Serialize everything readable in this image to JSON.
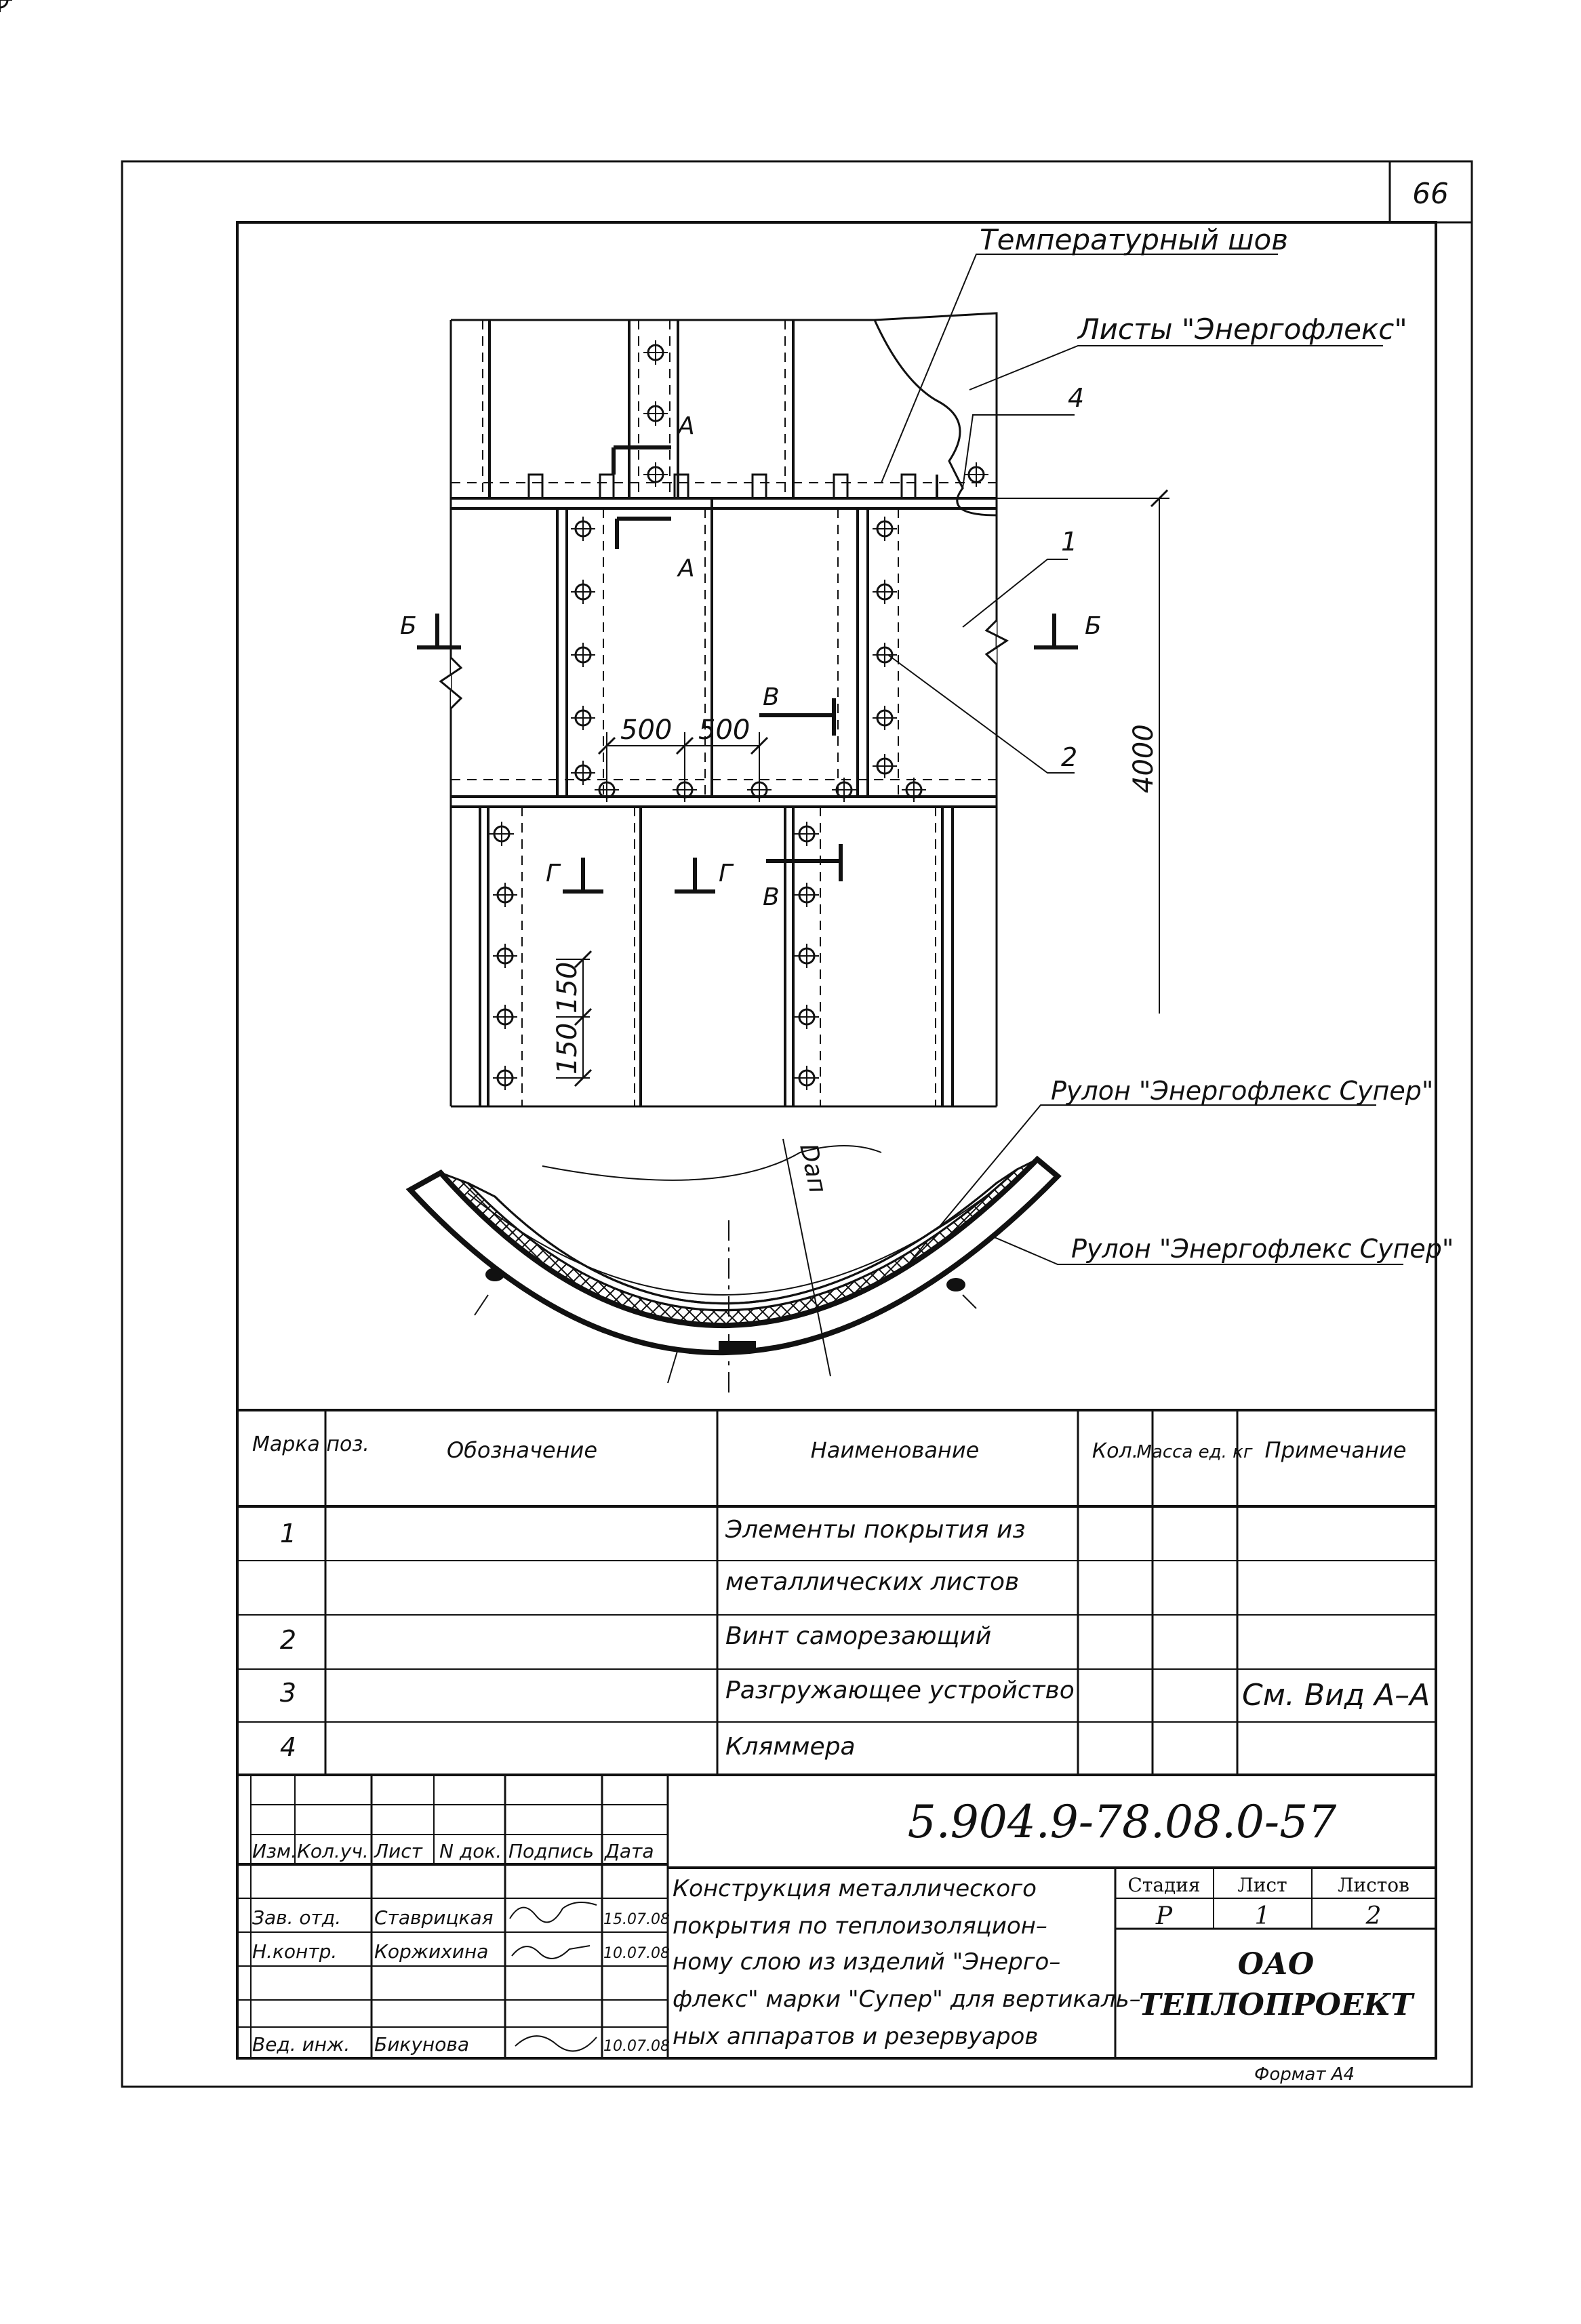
{
  "sheet": {
    "page_number": "66",
    "format": "Формат А4"
  },
  "drawing": {
    "labels": {
      "temp_joint": "Температурный шов",
      "sheets_label": "Листы \"Энергофлекс\"",
      "roll1": "Рулон \"Энергофлекс Супер\"",
      "roll2": "Рулон \"Энергофлекс Супер\"",
      "diameter": "Dап"
    },
    "callouts": [
      "4",
      "1",
      "2"
    ],
    "sections": {
      "A": "А",
      "B": "Б",
      "V": "В",
      "G": "Г"
    },
    "dims": {
      "d500a": "500",
      "d500b": "500",
      "d4000": "4000",
      "d150a": "150",
      "d150b": "150"
    }
  },
  "spec": {
    "headers": {
      "mark": "Марка поз.",
      "designation": "Обозначение",
      "name": "Наименование",
      "qty": "Кол.",
      "mass": "Масса ед. кг",
      "note": "Примечание"
    },
    "rows": [
      {
        "pos": "1",
        "name": "Элементы покрытия из",
        "note": ""
      },
      {
        "pos": "",
        "name": "металлических листов",
        "note": ""
      },
      {
        "pos": "2",
        "name": "Винт саморезающий",
        "note": ""
      },
      {
        "pos": "3",
        "name": "Разгружающее устройство",
        "note": "См. Вид А–А"
      },
      {
        "pos": "4",
        "name": "Кляммера",
        "note": ""
      }
    ]
  },
  "stamp": {
    "code": "5.904.9-78.08.0-57",
    "col_headers": [
      "Изм.",
      "Кол.уч.",
      "Лист",
      "N док.",
      "Подпись",
      "Дата"
    ],
    "people": [
      {
        "role": "Зав. отд.",
        "name": "Ставрицкая",
        "date": "15.07.08"
      },
      {
        "role": "Н.контр.",
        "name": "Коржихина",
        "date": "10.07.08"
      },
      {
        "role": "Вед. инж.",
        "name": "Бикунова",
        "date": "10.07.08"
      }
    ],
    "title_lines": [
      "Конструкция металлического",
      "покрытия по теплоизоляцион–",
      "ному слою из изделий \"Энерго–",
      "флекс\" марки \"Супер\" для вертикаль–",
      "ных аппаратов и резервуаров"
    ],
    "stage_h": "Стадия",
    "sheet_h": "Лист",
    "sheets_h": "Листов",
    "stage": "Р",
    "sheet": "1",
    "sheets": "2",
    "org1": "ОАО",
    "org2": "ТЕПЛОПРОЕКТ"
  }
}
